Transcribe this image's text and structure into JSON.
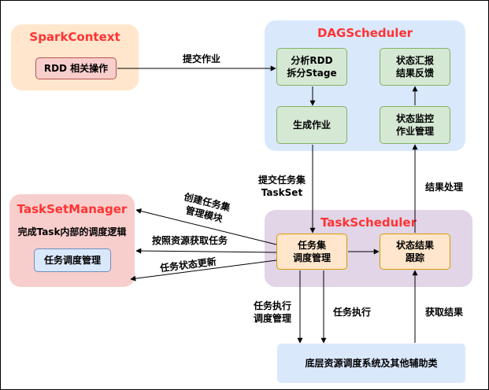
{
  "groups": {
    "spark_context": {
      "title": "SparkContext",
      "title_color": "#ff3333",
      "fill": "#ffe6cc"
    },
    "dag_scheduler": {
      "title": "DAGScheduler",
      "title_color": "#ff3333",
      "fill": "#dae8fc"
    },
    "task_set_manager": {
      "title": "TaskSetManager",
      "title_color": "#ff3333",
      "fill": "#f8cecc"
    },
    "task_scheduler": {
      "title": "TaskScheduler",
      "title_color": "#ff3333",
      "fill": "#e1d5e7"
    }
  },
  "nodes": {
    "rdd_ops": "RDD 相关操作",
    "analyze_rdd": "分析RDD\n拆分Stage",
    "report_status": "状态汇报\n结果反馈",
    "generate_job": "生成作业",
    "monitor_status": "状态监控\n作业管理",
    "taskset_manage": "任务集\n调度管理",
    "status_tracking": "状态结果\n跟踪",
    "tsm_desc": "完成Task内部的调度逻辑",
    "task_sched_manage": "任务调度管理",
    "resource_system": "底层资源调度系统及其他辅助类"
  },
  "edge_labels": {
    "submit_job": "提交作业",
    "submit_taskset": "提交任务集\nTaskSet",
    "result_processing": "结果处理",
    "create_taskset_module": "创建任务集\n管理模块",
    "fetch_tasks_by_resource": "按照资源获取任务",
    "task_status_update": "任务状态更新",
    "exec_schedule": "任务执行\n调度管理",
    "task_exec": "任务执行",
    "get_result": "获取结果"
  }
}
